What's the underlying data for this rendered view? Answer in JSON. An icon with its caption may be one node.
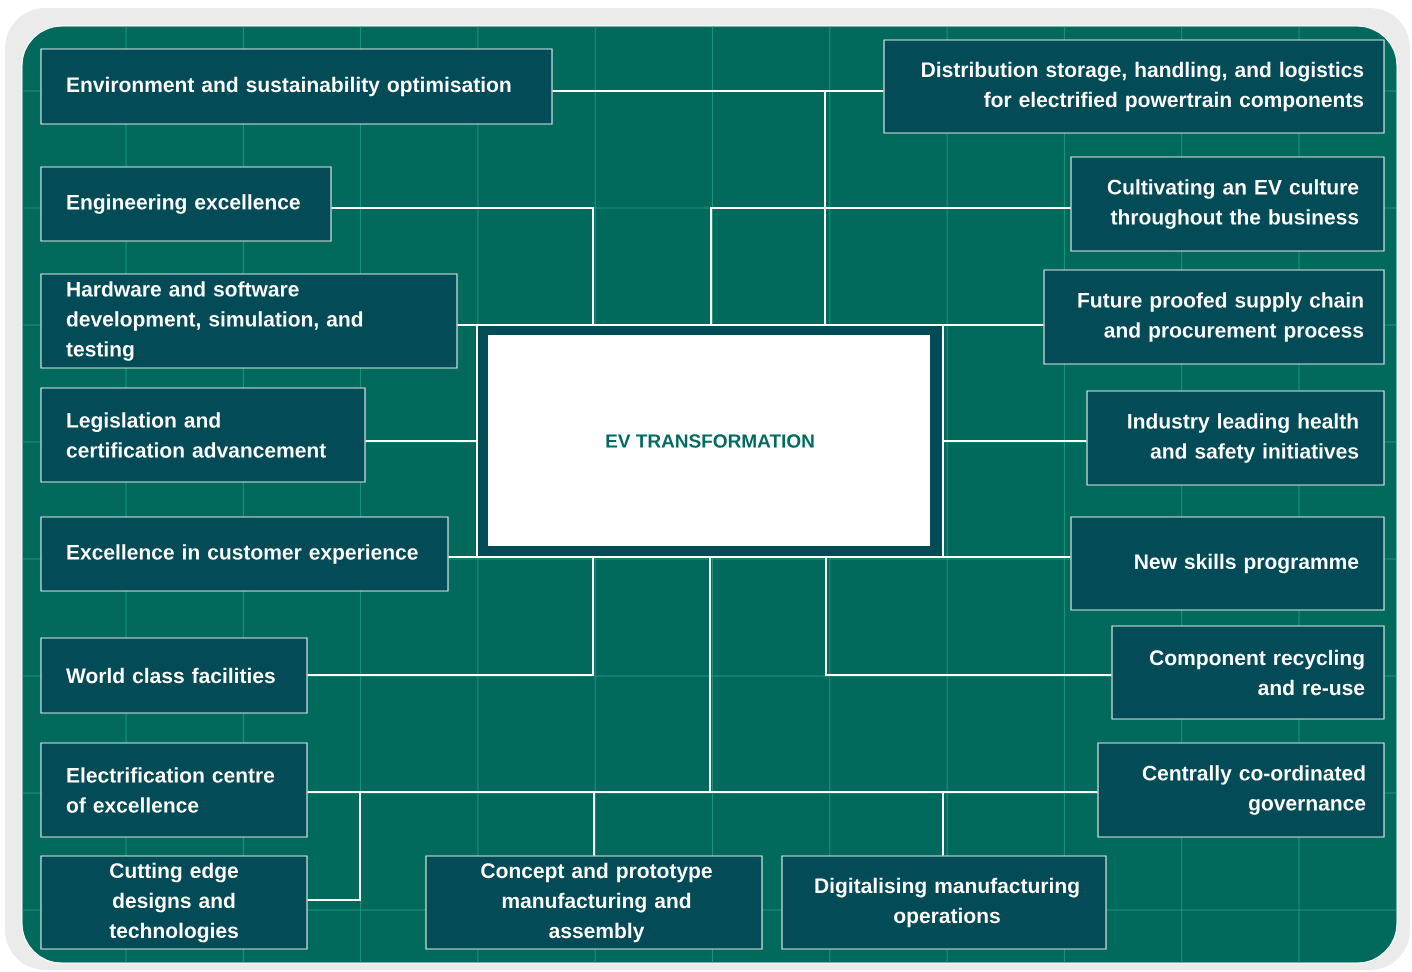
{
  "diagram": {
    "nodes": [
      {
        "text": [
          "EV TRANSFORMATION"
        ]
      },
      {
        "text": [
          "Environment and sustainability optimisation"
        ]
      },
      {
        "text": [
          "Engineering excellence"
        ]
      },
      {
        "text": [
          "Hardware and software development, simulation, and testing"
        ]
      },
      {
        "text": [
          "Legislation and certification advancement"
        ]
      },
      {
        "text": [
          "Excellence in customer experience"
        ]
      },
      {
        "text": [
          "World class facilities"
        ]
      },
      {
        "text": [
          "Electrification centre of excellence"
        ]
      },
      {
        "text": [
          "Cutting edge designs and technologies"
        ]
      },
      {
        "text": [
          "Concept and prototype manufacturing and assembly"
        ]
      },
      {
        "text": [
          "Digitalising manufacturing operations"
        ]
      },
      {
        "text": [
          "Distribution storage, handling, and logistics for electrified powertrain components"
        ]
      },
      {
        "text": [
          "Cultivating an EV culture throughout the business"
        ]
      },
      {
        "text": [
          "Future proofed supply chain and procurement process"
        ]
      },
      {
        "text": [
          "Industry leading health and safety initiatives"
        ]
      },
      {
        "text": [
          "New skills programme"
        ]
      },
      {
        "text": [
          "Component recycling and re-use"
        ]
      },
      {
        "text": [
          "Centrally co-ordinated governance"
        ]
      }
    ],
    "edges": [
      {
        "from": 1,
        "to": 0,
        "arrow": "none"
      },
      {
        "from": 2,
        "to": 0,
        "arrow": "none"
      },
      {
        "from": 3,
        "to": 0,
        "arrow": "none"
      },
      {
        "from": 4,
        "to": 0,
        "arrow": "none"
      },
      {
        "from": 5,
        "to": 0,
        "arrow": "none"
      },
      {
        "from": 6,
        "to": 0,
        "arrow": "none"
      },
      {
        "from": 7,
        "to": 0,
        "arrow": "none"
      },
      {
        "from": 8,
        "to": 0,
        "arrow": "none"
      },
      {
        "from": 9,
        "to": 0,
        "arrow": "none"
      },
      {
        "from": 10,
        "to": 0,
        "arrow": "none"
      },
      {
        "from": 11,
        "to": 0,
        "arrow": "none"
      },
      {
        "from": 12,
        "to": 0,
        "arrow": "none"
      },
      {
        "from": 13,
        "to": 0,
        "arrow": "none"
      },
      {
        "from": 14,
        "to": 0,
        "arrow": "none"
      },
      {
        "from": 15,
        "to": 0,
        "arrow": "none"
      },
      {
        "from": 16,
        "to": 0,
        "arrow": "none"
      },
      {
        "from": 17,
        "to": 0,
        "arrow": "none"
      }
    ]
  }
}
